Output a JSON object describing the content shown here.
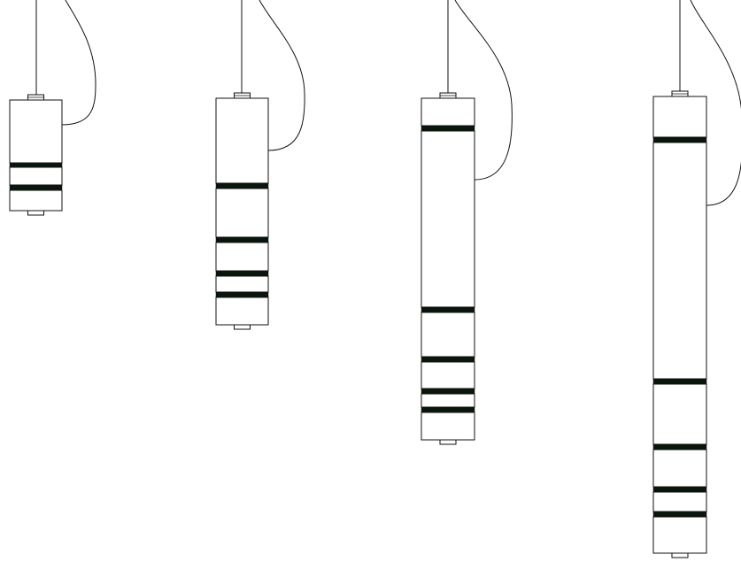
{
  "drawing": {
    "subject": "pendant-lamp-variants",
    "colors": {
      "background": "#ffffff",
      "line": "#111111",
      "band": "#0a160c"
    },
    "pendants": [
      {
        "id": "pendant-1",
        "variant": "short"
      },
      {
        "id": "pendant-2",
        "variant": "medium"
      },
      {
        "id": "pendant-3",
        "variant": "long"
      },
      {
        "id": "pendant-4",
        "variant": "extra-long"
      }
    ]
  }
}
